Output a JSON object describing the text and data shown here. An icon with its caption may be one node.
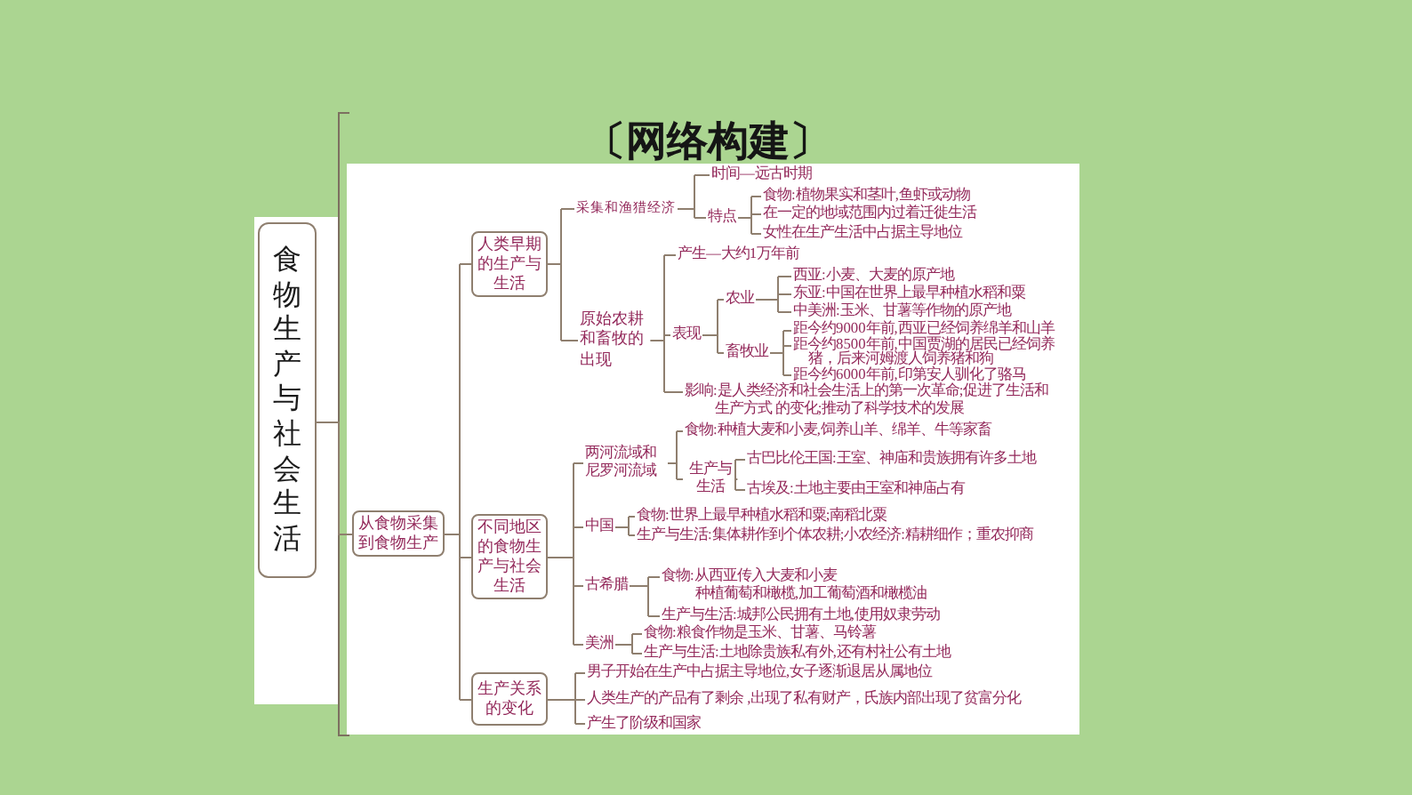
{
  "diagram": {
    "title": "〔网络构建〕",
    "nodes": [
      {
        "text": [
          "食物生产与社会生活"
        ]
      },
      {
        "text": [
          "从食物采集到食物生产"
        ]
      },
      {
        "text": [
          "人类早期的生产与生活"
        ]
      },
      {
        "text": [
          "采集和渔猎经济"
        ]
      },
      {
        "text": [
          "时间—远古时期"
        ]
      },
      {
        "text": [
          "特点"
        ]
      },
      {
        "text": [
          "食物:植物果实和茎叶,鱼虾或动物"
        ]
      },
      {
        "text": [
          "在一定的地域范围内过着迁徙生活"
        ]
      },
      {
        "text": [
          "女性在生产生活中占据主导地位"
        ]
      },
      {
        "text": [
          "原始农耕和畜牧的出现"
        ]
      },
      {
        "text": [
          "产生—大约1万年前"
        ]
      },
      {
        "text": [
          "表现"
        ]
      },
      {
        "text": [
          "农业"
        ]
      },
      {
        "text": [
          "西亚:小麦、大麦的原产地"
        ]
      },
      {
        "text": [
          "东亚:中国在世界上最早种植水稻和粟"
        ]
      },
      {
        "text": [
          "中美洲:玉米、甘薯等作物的原产地"
        ]
      },
      {
        "text": [
          "畜牧业"
        ]
      },
      {
        "text": [
          "距今约9000年前,西亚已经饲养绵羊和山羊"
        ]
      },
      {
        "text": [
          "距今约8500年前,中国贾湖的居民已经饲养猪，后来河姆渡人饲养猪和狗"
        ]
      },
      {
        "text": [
          "距今约6000年前,印第安人驯化了骆马"
        ]
      },
      {
        "text": [
          "影响:是人类经济和社会生活上的第一次革命;促进了生活和生产方式 的变化;推动了科学技术的发展"
        ]
      },
      {
        "text": [
          "不同地区的食物生产与社会生活"
        ]
      },
      {
        "text": [
          "两河流域和尼罗河流域"
        ]
      },
      {
        "text": [
          "食物:种植大麦和小麦,饲养山羊、绵羊、牛等家畜"
        ]
      },
      {
        "text": [
          "生产与生活"
        ]
      },
      {
        "text": [
          "古巴比伦王国:王室、神庙和贵族拥有许多土地"
        ]
      },
      {
        "text": [
          "古埃及:土地主要由王室和神庙占有"
        ]
      },
      {
        "text": [
          "中国"
        ]
      },
      {
        "text": [
          "食物:世界上最早种植水稻和粟;南稻北粟"
        ]
      },
      {
        "text": [
          "生产与生活:集体耕作到个体农耕;小农经济:精耕细作；重农抑商"
        ]
      },
      {
        "text": [
          "古希腊"
        ]
      },
      {
        "text": [
          "食物:从西亚传入大麦和小麦",
          "种植葡萄和橄榄,加工葡萄酒和橄榄油"
        ]
      },
      {
        "text": [
          "生产与生活:城邦公民拥有土地,使用奴隶劳动"
        ]
      },
      {
        "text": [
          "美洲"
        ]
      },
      {
        "text": [
          "食物:粮食作物是玉米、甘薯、马铃薯"
        ]
      },
      {
        "text": [
          "生产与生活:土地除贵族私有外,还有村社公有土地"
        ]
      },
      {
        "text": [
          "生产关系的变化"
        ]
      },
      {
        "text": [
          "男子开始在生产中占据主导地位,女子逐渐退居从属地位"
        ]
      },
      {
        "text": [
          "人类生产的产品有了剩余 ,出现了私有财产，氏族内部出现了贫富分化"
        ]
      },
      {
        "text": [
          "产生了阶级和国家"
        ]
      }
    ],
    "edges": [
      {
        "from": 0,
        "to": 1,
        "arrow": "none"
      },
      {
        "from": 1,
        "to": 2,
        "arrow": "none"
      },
      {
        "from": 1,
        "to": 21,
        "arrow": "none"
      },
      {
        "from": 1,
        "to": 36,
        "arrow": "none"
      },
      {
        "from": 2,
        "to": 3,
        "arrow": "none"
      },
      {
        "from": 2,
        "to": 9,
        "arrow": "none"
      },
      {
        "from": 3,
        "to": 4,
        "arrow": "none"
      },
      {
        "from": 3,
        "to": 5,
        "arrow": "none"
      },
      {
        "from": 5,
        "to": 6,
        "arrow": "none"
      },
      {
        "from": 5,
        "to": 7,
        "arrow": "none"
      },
      {
        "from": 5,
        "to": 8,
        "arrow": "none"
      },
      {
        "from": 9,
        "to": 10,
        "arrow": "none"
      },
      {
        "from": 9,
        "to": 11,
        "arrow": "none"
      },
      {
        "from": 9,
        "to": 20,
        "arrow": "none"
      },
      {
        "from": 11,
        "to": 12,
        "arrow": "none"
      },
      {
        "from": 11,
        "to": 16,
        "arrow": "none"
      },
      {
        "from": 12,
        "to": 13,
        "arrow": "none"
      },
      {
        "from": 12,
        "to": 14,
        "arrow": "none"
      },
      {
        "from": 12,
        "to": 15,
        "arrow": "none"
      },
      {
        "from": 16,
        "to": 17,
        "arrow": "none"
      },
      {
        "from": 16,
        "to": 18,
        "arrow": "none"
      },
      {
        "from": 16,
        "to": 19,
        "arrow": "none"
      },
      {
        "from": 21,
        "to": 22,
        "arrow": "none"
      },
      {
        "from": 21,
        "to": 27,
        "arrow": "none"
      },
      {
        "from": 21,
        "to": 30,
        "arrow": "none"
      },
      {
        "from": 21,
        "to": 33,
        "arrow": "none"
      },
      {
        "from": 22,
        "to": 23,
        "arrow": "none"
      },
      {
        "from": 22,
        "to": 24,
        "arrow": "none"
      },
      {
        "from": 24,
        "to": 25,
        "arrow": "none"
      },
      {
        "from": 24,
        "to": 26,
        "arrow": "none"
      },
      {
        "from": 27,
        "to": 28,
        "arrow": "none"
      },
      {
        "from": 27,
        "to": 29,
        "arrow": "none"
      },
      {
        "from": 30,
        "to": 31,
        "arrow": "none"
      },
      {
        "from": 30,
        "to": 32,
        "arrow": "none"
      },
      {
        "from": 33,
        "to": 34,
        "arrow": "none"
      },
      {
        "from": 33,
        "to": 35,
        "arrow": "none"
      },
      {
        "from": 36,
        "to": 37,
        "arrow": "none"
      },
      {
        "from": 36,
        "to": 38,
        "arrow": "none"
      },
      {
        "from": 36,
        "to": 39,
        "arrow": "none"
      }
    ]
  }
}
